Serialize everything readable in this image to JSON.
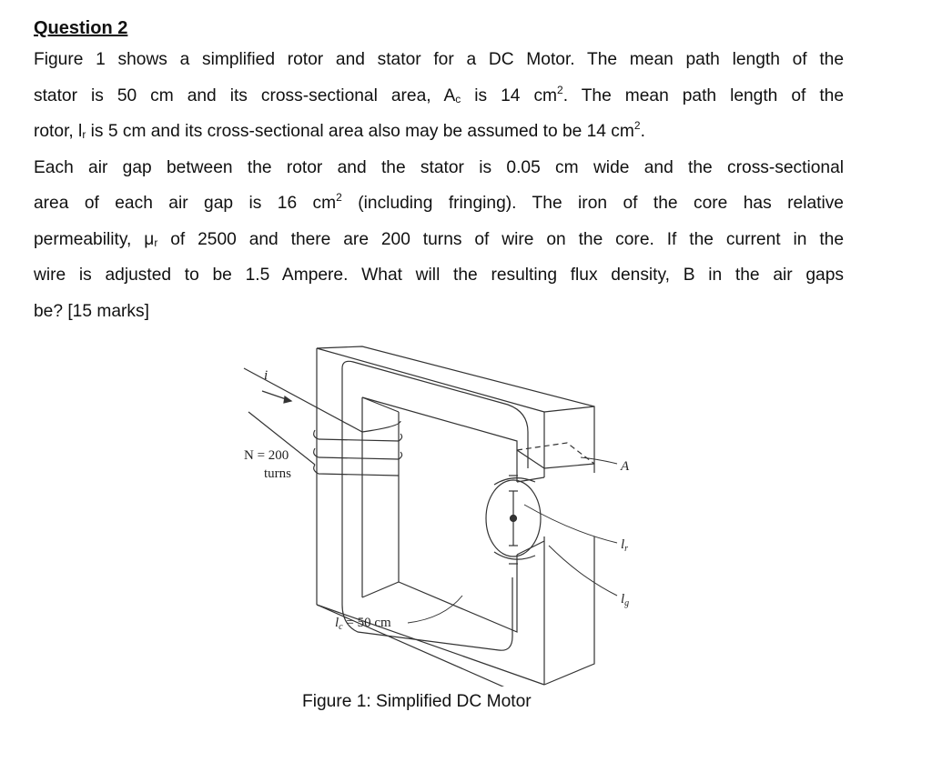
{
  "question": {
    "title": "Question 2",
    "paragraph1": {
      "lines": [
        [
          "Figure 1 shows a simplified rotor and stator for a DC Motor. The mean path length of the"
        ],
        [
          "stator is 50 cm and its cross-sectional area, A",
          "c",
          " is 14 cm",
          "2",
          ". The mean path length of the"
        ],
        [
          "rotor, l",
          "r",
          " is 5 cm and its cross-sectional area also may be assumed to be 14 cm",
          "2",
          "."
        ]
      ]
    },
    "paragraph2": {
      "lines": [
        [
          "Each air gap between the rotor and the stator is 0.05 cm wide and the cross-sectional"
        ],
        [
          "area of each air gap is 16 cm",
          "2",
          " (including fringing). The iron of the core has relative"
        ],
        [
          "permeability, μ",
          "r",
          " of 2500 and there are 200 turns of wire on the core. If the current in the"
        ],
        [
          "wire is adjusted to be 1.5 Ampere. What will the resulting flux density, B in the air gaps"
        ],
        [
          "be? [15 marks]"
        ]
      ]
    },
    "given": {
      "stator_mean_path_length": "50 cm",
      "stator_area_Ac": "14 cm²",
      "rotor_mean_path_length_lr": "5 cm",
      "rotor_area": "14 cm²",
      "air_gap_width": "0.05 cm",
      "air_gap_area": "16 cm²",
      "relative_permeability": "2500",
      "turns": "200",
      "current": "1.5 Ampere",
      "marks": "15 marks"
    }
  },
  "figure": {
    "caption": "Figure 1: Simplified DC Motor",
    "labels": {
      "current": "i",
      "turns_value": "N = 200",
      "turns_unit": "turns",
      "core_length": "l",
      "core_length_sub": "c",
      "core_length_value": " = 50 cm",
      "area": "A",
      "rotor_length": "l",
      "rotor_length_sub": "r",
      "gap_length": "l",
      "gap_length_sub": "g"
    }
  }
}
